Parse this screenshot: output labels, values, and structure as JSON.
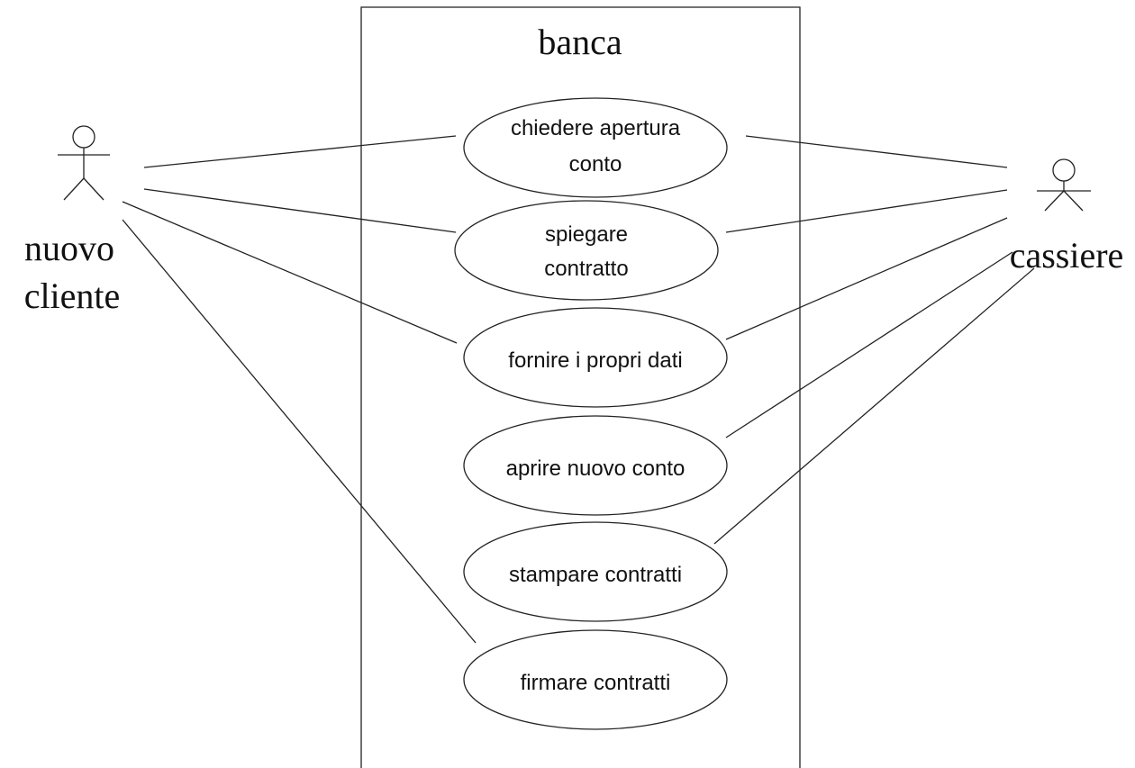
{
  "system": {
    "title": "banca"
  },
  "actors": {
    "left": {
      "line1": "nuovo",
      "line2": "cliente"
    },
    "right": {
      "line1": "cassiere"
    }
  },
  "use_cases": [
    {
      "line1": "chiedere apertura",
      "line2": "conto"
    },
    {
      "line1": "spiegare",
      "line2": "contratto"
    },
    {
      "line1": "fornire i propri dati"
    },
    {
      "line1": "aprire nuovo conto"
    },
    {
      "line1": "stampare contratti"
    },
    {
      "line1": "firmare contratti"
    }
  ]
}
